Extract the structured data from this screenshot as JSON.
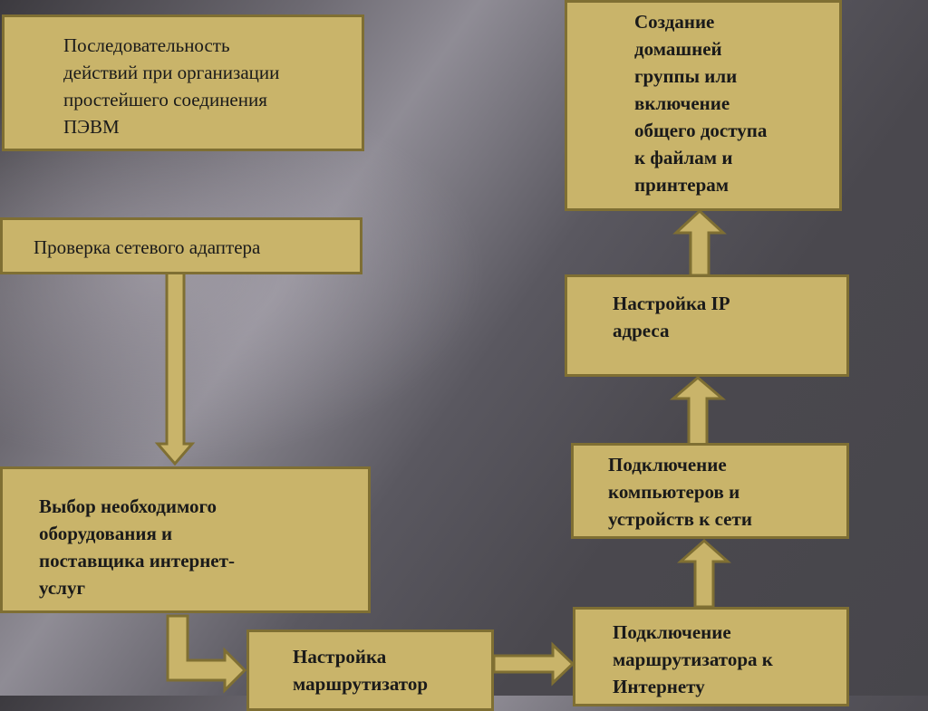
{
  "slide": {
    "box_title": "Последовательность\nдействий при организации\nпростейшего соединения\nПЭВМ",
    "box_adapter": "Проверка сетевого адаптера",
    "box_equipment": "Выбор необходимого\nоборудования и\nпоставщика интернет-\nуслуг",
    "box_router_setup": "Настройка\nмаршрутизатор",
    "box_router_connect": "Подключение\nмаршрутизатора к\nИнтернету",
    "box_devices": "Подключение\nкомпьютеров и\nустройств к сети",
    "box_ip": "Настройка IP\nадреса",
    "box_homegroup": "Создание\nдомашней\nгруппы или\nвключение\nобщего доступа\nк файлам и\nпринтерам"
  },
  "colors": {
    "box_fill": "#c9b46a",
    "box_border": "#7f6f33"
  }
}
